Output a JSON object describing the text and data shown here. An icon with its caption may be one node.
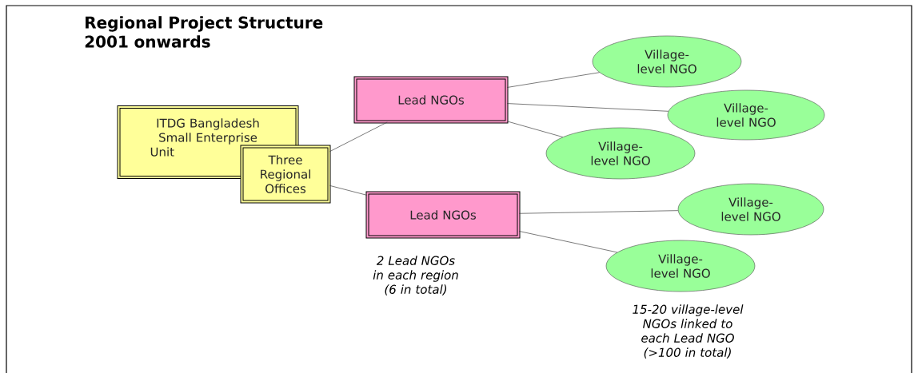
{
  "diagram": {
    "title": "Regional Project Structure 2001 onwards",
    "nodes": [
      {
        "text": [
          "ITDG Bangladesh Small Enterprise Unit"
        ]
      },
      {
        "text": [
          "Three Regional Offices"
        ]
      },
      {
        "text": [
          "Lead NGOs"
        ]
      },
      {
        "text": [
          "Lead NGOs"
        ],
        "beside": [
          "2 Lead NGOs in each region (6 in total)"
        ]
      },
      {
        "text": [
          "Village-level NGO"
        ]
      },
      {
        "text": [
          "Village-level NGO"
        ]
      },
      {
        "text": [
          "Village-level NGO"
        ]
      },
      {
        "text": [
          "Village-level NGO"
        ]
      },
      {
        "text": [
          "Village-level NGO"
        ],
        "beside": [
          "15-20 village-level NGOs linked to each Lead NGO (>100 in total)"
        ]
      }
    ],
    "edges": [
      {
        "from": 1,
        "to": 2,
        "arrow": "none"
      },
      {
        "from": 1,
        "to": 3,
        "arrow": "none"
      },
      {
        "from": 2,
        "to": 4,
        "arrow": "none"
      },
      {
        "from": 2,
        "to": 5,
        "arrow": "none"
      },
      {
        "from": 2,
        "to": 6,
        "arrow": "none"
      },
      {
        "from": 3,
        "to": 7,
        "arrow": "none"
      },
      {
        "from": 3,
        "to": 8,
        "arrow": "none"
      }
    ]
  }
}
